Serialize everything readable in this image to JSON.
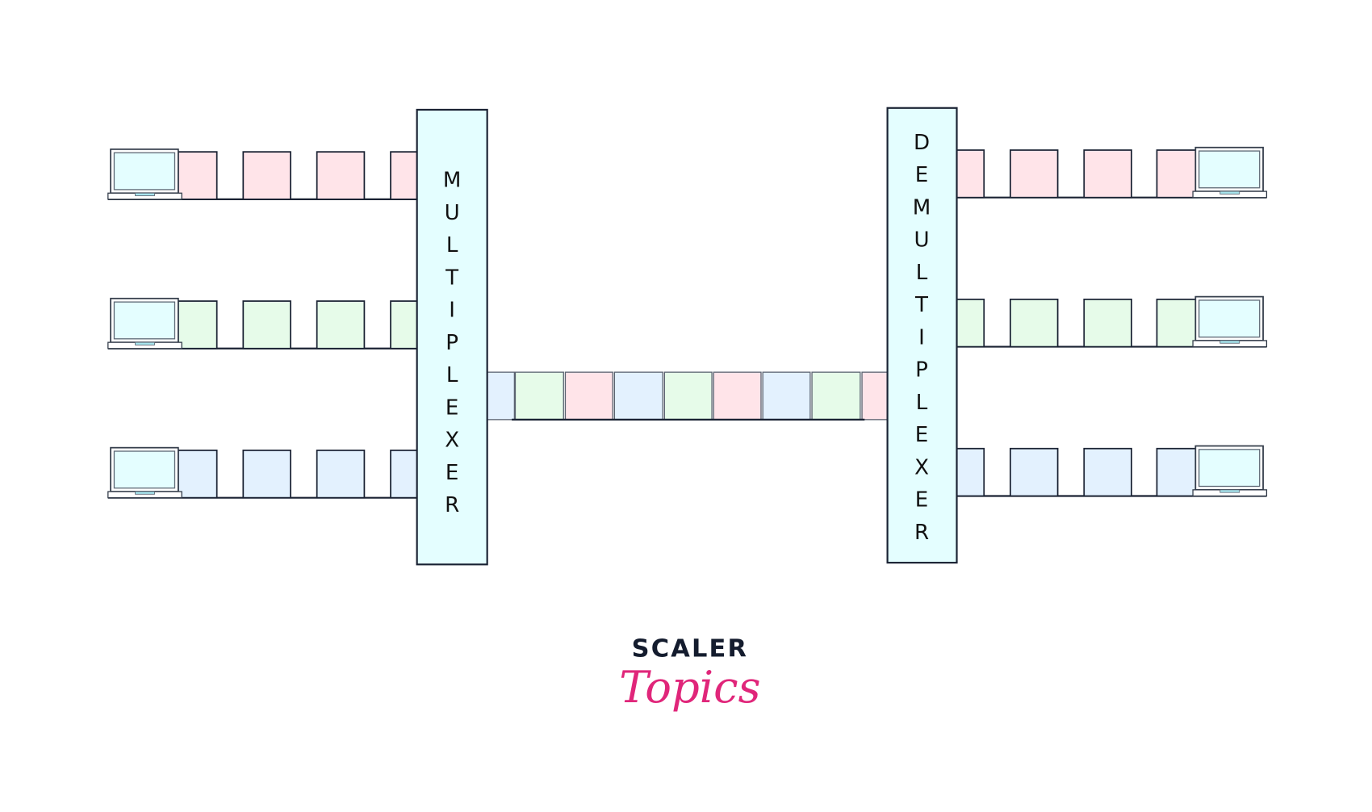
{
  "multiplexer": {
    "label": "MULTIPLEXER"
  },
  "demultiplexer": {
    "label": "DEMULTIPLEXER"
  },
  "logo": {
    "line1": "SCALER",
    "line2": "Topics"
  },
  "colors": {
    "channel1": "#ffe4e9",
    "channel2": "#e6fbe9",
    "channel3": "#e3f1fe",
    "device": "#e4feff",
    "stroke": "#1a2233",
    "brand": "#e0267a"
  }
}
